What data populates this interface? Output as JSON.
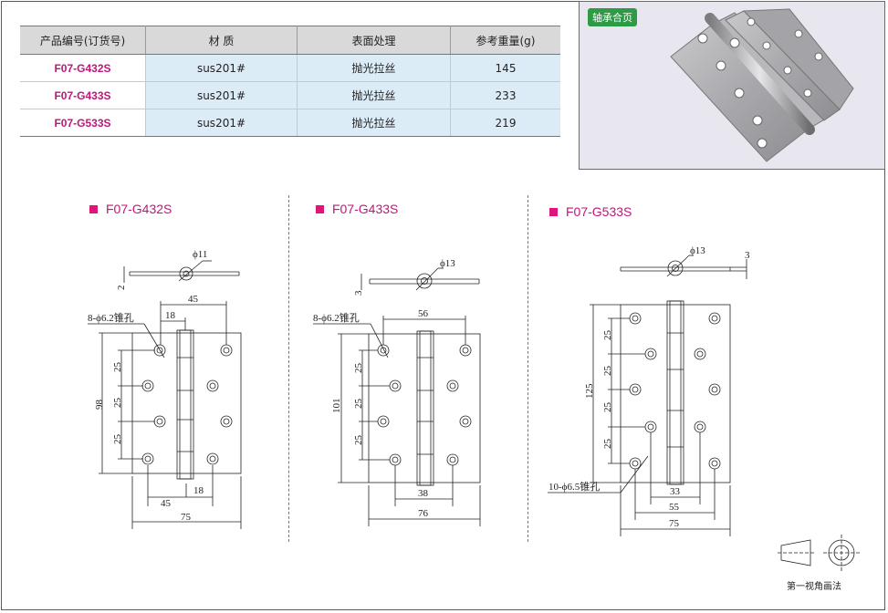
{
  "table": {
    "headers": [
      "产品编号(订货号)",
      "材  质",
      "表面处理",
      "参考重量(g)"
    ],
    "rows": [
      {
        "code": "F07-G432S",
        "material": "sus201#",
        "finish": "抛光拉丝",
        "weight": "145"
      },
      {
        "code": "F07-G433S",
        "material": "sus201#",
        "finish": "抛光拉丝",
        "weight": "233"
      },
      {
        "code": "F07-G533S",
        "material": "sus201#",
        "finish": "抛光拉丝",
        "weight": "219"
      }
    ]
  },
  "photo": {
    "label": "轴承合页"
  },
  "drawings": [
    {
      "model": "F07-G432S",
      "dims": {
        "pin_dia": "ϕ11",
        "thickness": "2",
        "hole_spec": "8-ϕ6.2锥孔",
        "top_span": "45",
        "top_offset": "18",
        "height": "98",
        "pitch_1": "25",
        "pitch_2": "25",
        "pitch_3": "25",
        "bottom_span": "45",
        "bottom_offset": "18",
        "width": "75"
      }
    },
    {
      "model": "F07-G433S",
      "dims": {
        "pin_dia": "ϕ13",
        "thickness": "3",
        "hole_spec": "8-ϕ6.2锥孔",
        "top_span": "56",
        "height": "101",
        "pitch_1": "25",
        "pitch_2": "25",
        "pitch_3": "25",
        "bottom_span": "38",
        "width": "76"
      }
    },
    {
      "model": "F07-G533S",
      "dims": {
        "pin_dia": "ϕ13",
        "thickness": "3",
        "hole_spec": "10-ϕ6.5锥孔",
        "height": "125",
        "pitch_1": "25",
        "pitch_2": "25",
        "pitch_3": "25",
        "pitch_4": "25",
        "span_1": "33",
        "span_2": "55",
        "width": "75"
      }
    }
  ],
  "projection": {
    "label": "第一视角画法"
  }
}
